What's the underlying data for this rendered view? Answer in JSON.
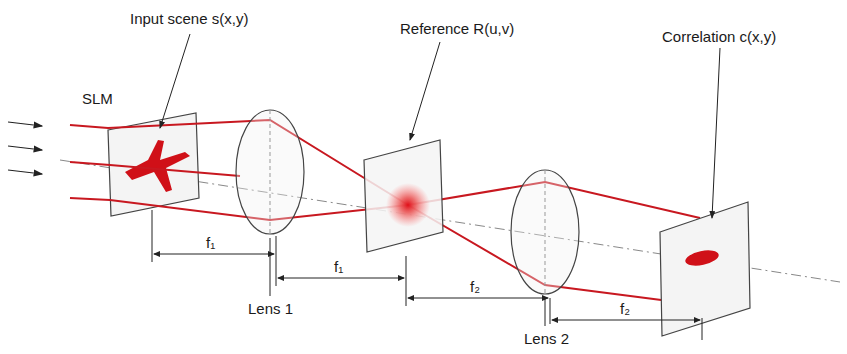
{
  "diagram": {
    "labels": [
      "Input scene s(x,y)",
      "SLM",
      "Reference R(u,v)",
      "Correlation c(x,y)",
      "f₁",
      "f₁",
      "f₂",
      "f₂",
      "Lens 1",
      "Lens 2"
    ]
  }
}
